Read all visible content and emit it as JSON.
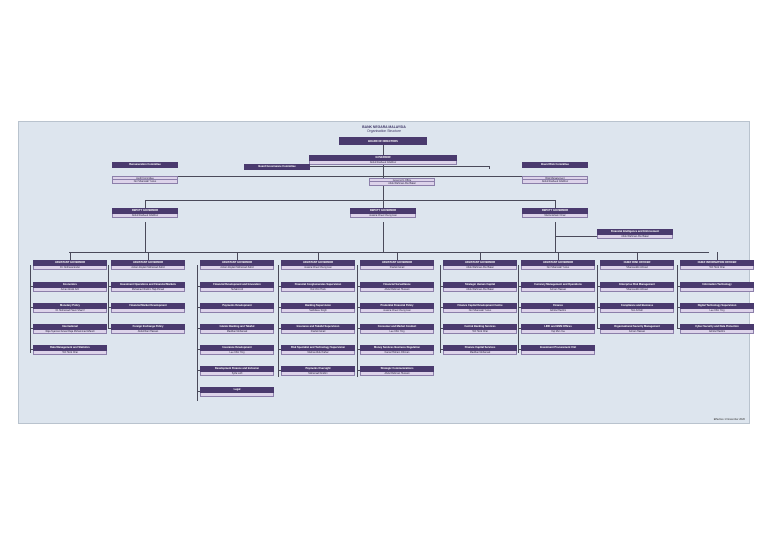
{
  "org": "BANK NEGARA MALAYSIA",
  "subtitle": "Organisation Structure",
  "board": "BOARD OF DIRECTORS",
  "governor": {
    "title": "GOVERNOR",
    "name": "Abdul Rasheed Ghaffour"
  },
  "committees": {
    "remuneration": {
      "title": "Remuneration Committee"
    },
    "audit": {
      "title": "Audit Committee",
      "name": "Nor Shamsiah Yunus"
    },
    "governance": {
      "title": "Board Governance Committee"
    },
    "risk": {
      "title": "Board Risk Committee",
      "name": "Risk Management"
    },
    "riskname": "Abdul Rasheed Ghaffour"
  },
  "gov_office": {
    "title": "Governor's Office",
    "name": "Abdul Rahman Abu Bakar"
  },
  "deputies": [
    {
      "title": "DEPUTY GOVERNOR",
      "name": "Abdul Rasheed Ghaffour"
    },
    {
      "title": "DEPUTY GOVERNOR",
      "name": "Jessica Chew Cheng Lian"
    },
    {
      "title": "DEPUTY GOVERNOR",
      "name": "Marzunisham Omar"
    }
  ],
  "fiu": {
    "title": "Financial Intelligence and Enforcement",
    "name": "Abdul Rahman Abu Bakar"
  },
  "columns": [
    {
      "head": "ASSISTANT GOVERNOR",
      "name": "Dr. Norhana Endut",
      "items": [
        {
          "t": "Economics",
          "n": "Aznan Abdul Aziz"
        },
        {
          "t": "Monetary Policy",
          "n": "Dr. Mohamad Hasni Sharrif"
        },
        {
          "t": "International",
          "n": "Raja Syamsul Anwar Raja Mohammad Affandi"
        },
        {
          "t": "Data Management and Statistics",
          "n": "Toh Hock Chai"
        }
      ]
    },
    {
      "head": "ASSISTANT GOVERNOR",
      "name": "Adnan Zaylani Mohamad Zahid",
      "items": [
        {
          "t": "Investment Operations and Financial Markets",
          "n": "Muhamad Ibrahim Haji Ahmad"
        },
        {
          "t": "Financial Market Development",
          "n": ""
        },
        {
          "t": "Foreign Exchange Policy",
          "n": "Abdul Rani Hassan"
        }
      ]
    },
    {
      "head": "ASSISTANT GOVERNOR",
      "name": "Adnan Zaylani Mohamad Zahid",
      "items": [
        {
          "t": "Financial Development and Innovation",
          "n": "Suhaimi Ali"
        },
        {
          "t": "Payments Development",
          "n": ""
        },
        {
          "t": "Islamic Banking and Takaful",
          "n": "Madzlan Mohamad"
        },
        {
          "t": "Insurance Development",
          "n": "Lee Chin Ying"
        },
        {
          "t": "Development Finance and Inclusion",
          "n": "Syifa Lutfi"
        },
        {
          "t": "Legal",
          "n": ""
        }
      ]
    },
    {
      "head": "ASSISTANT GOVERNOR",
      "name": "Jessica Chew Cheng Lian",
      "items": [
        {
          "t": "Financial Conglomerates Supervision",
          "n": "Ooi Chin Hock"
        },
        {
          "t": "Banking Supervision",
          "n": "Sukhdave Singh"
        },
        {
          "t": "Insurance and Takaful Supervision",
          "n": "Fraziali Ismail"
        },
        {
          "t": "Risk Specialist and Technology Supervision",
          "n": "Marina Abdul Kahar"
        },
        {
          "t": "Payments Oversight",
          "n": "Muhamad Ibrahim"
        }
      ]
    },
    {
      "head": "ASSISTANT GOVERNOR",
      "name": "Fraziali Ismail",
      "items": [
        {
          "t": "Financial Surveillance",
          "n": "Abdul Rahman Hussain"
        },
        {
          "t": "Prudential Financial Policy",
          "n": "Jessica Chew Cheng Lian"
        },
        {
          "t": "Consumer and Market Conduct",
          "n": "Lee Chin Ying"
        },
        {
          "t": "Money Services Business Regulation",
          "n": "Kamal Hisham Othman"
        },
        {
          "t": "Strategic Communications",
          "n": "Abdul Rahman Hussain"
        }
      ]
    },
    {
      "head": "ASSISTANT GOVERNOR",
      "name": "Abdul Rahman Abu Bakar",
      "items": [
        {
          "t": "Strategic Human Capital",
          "n": "Abdul Rahman Abu Bakar"
        },
        {
          "t": "Finance Capital Development Centre",
          "n": "Nor Shamsiah Yunus"
        },
        {
          "t": "Central Banking Services",
          "n": "Toh Hock Chai"
        },
        {
          "t": "Finance Capital Services",
          "n": "Madzlan Mohamad"
        }
      ]
    },
    {
      "head": "ASSISTANT GOVERNOR",
      "name": "Nor Shamsiah Yunus",
      "items": [
        {
          "t": "Currency Management and Operations",
          "n": "Azman Hassan"
        },
        {
          "t": "Finance",
          "n": "Jafrizal Hashim"
        },
        {
          "t": "LINK and BNM Offices",
          "n": "Yap Mun Yee"
        },
        {
          "t": "Investment Procurement Unit",
          "n": ""
        }
      ]
    },
    {
      "head": "CHIEF RISK OFFICER",
      "name": "Shamsuddin Ahmad",
      "items": [
        {
          "t": "Enterprise Risk Management",
          "n": "Shamsuddin Ahmad"
        },
        {
          "t": "Compliance and Business",
          "n": "Nor Azizah"
        },
        {
          "t": "Organisational Security Management",
          "n": "Azman Hassan"
        }
      ]
    },
    {
      "head": "CHIEF INFORMATION OFFICER",
      "name": "Toh Hock Chai",
      "items": [
        {
          "t": "Information Technology",
          "n": ""
        },
        {
          "t": "Digital Technology Supervision",
          "n": "Lee Chin Ying"
        },
        {
          "t": "Cyber Security and Data Protection",
          "n": "Jafrizal Hashim"
        }
      ]
    }
  ],
  "footer": "Effective 1 November 2020"
}
